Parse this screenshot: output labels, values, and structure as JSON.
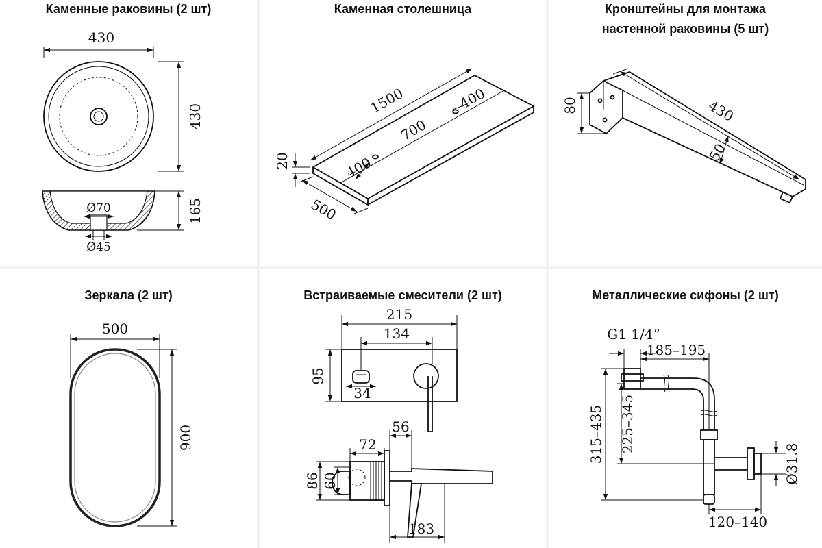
{
  "panels": {
    "sinks": {
      "title": "Каменные раковины (2 шт)",
      "dims": {
        "width": "430",
        "depth": "430",
        "height": "165",
        "drain_outer": "Ø70",
        "drain_inner": "Ø45"
      }
    },
    "countertop": {
      "title": "Каменная столешница",
      "dims": {
        "length": "1500",
        "thickness": "20",
        "width": "500",
        "hole_offset_1": "400",
        "hole_spacing": "700",
        "hole_offset_2": "400"
      }
    },
    "brackets": {
      "title_line1": "Кронштейны для монтажа",
      "title_line2": "настенной раковины (5 шт)",
      "dims": {
        "height": "80",
        "length": "430",
        "width": "50"
      }
    },
    "mirrors": {
      "title": "Зеркала (2 шт)",
      "dims": {
        "width": "500",
        "height": "900"
      }
    },
    "mixers": {
      "title": "Встраиваемые смесители (2 шт)",
      "dims": {
        "plate_width": "215",
        "centers": "134",
        "plate_height": "95",
        "diverter": "34",
        "spout_depth": "56",
        "body_depth": "72",
        "body_outer": "86",
        "body_inner": "60",
        "spout_length": "183"
      }
    },
    "siphons": {
      "title": "Металлические сифоны (2 шт)",
      "dims": {
        "thread": "G1 1/4”",
        "reach": "185–195",
        "total_height": "315–435",
        "inlet_height": "225–345",
        "outlet_diameter": "Ø31.8",
        "outlet_reach": "120–140"
      }
    }
  }
}
